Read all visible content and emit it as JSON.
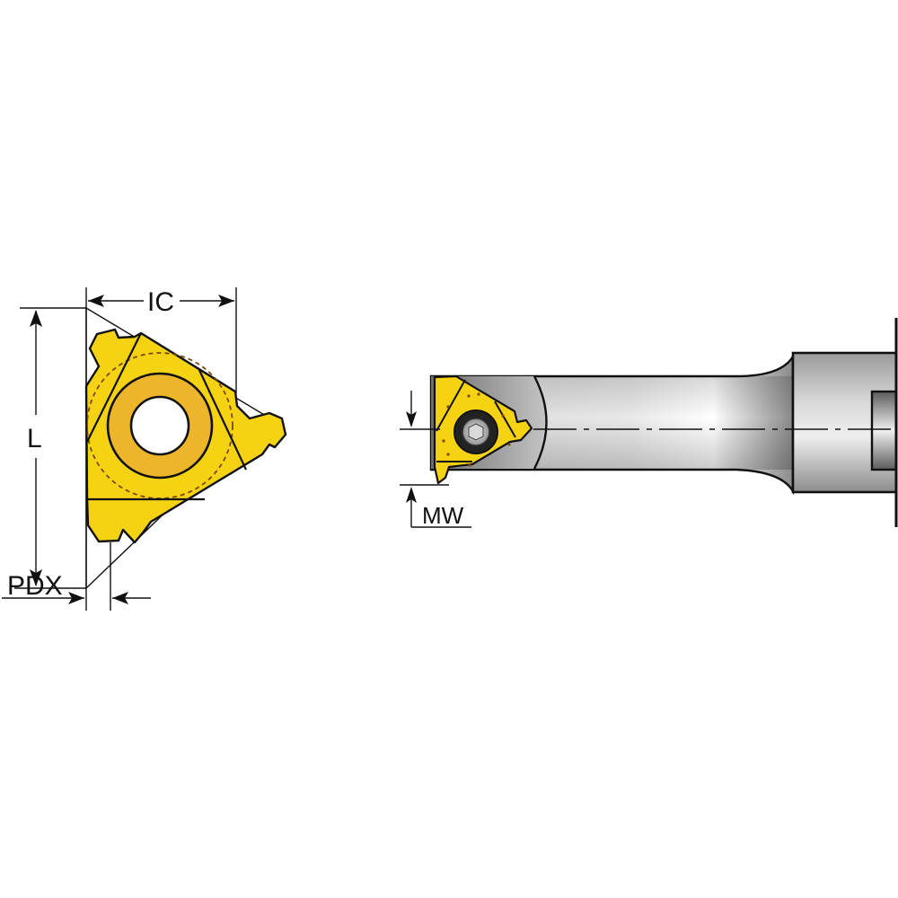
{
  "diagram": {
    "type": "technical-drawing",
    "subject": "threading insert and boring bar",
    "colors": {
      "insert_yellow": "#F6D312",
      "insert_ring": "#EDB62A",
      "outline": "#111111",
      "dotted_circle": "#7A4A10",
      "steel_light": "#F2F2F2",
      "steel_mid": "#BDBDBD",
      "steel_dark": "#7C7C7C",
      "background": "#FFFFFF"
    },
    "insert_view": {
      "dimensions": {
        "ic": "IC",
        "l": "L",
        "pdx": "PDX"
      }
    },
    "holder_view": {
      "dimensions": {
        "mw": "MW"
      },
      "centerline": "dash-dot"
    }
  }
}
